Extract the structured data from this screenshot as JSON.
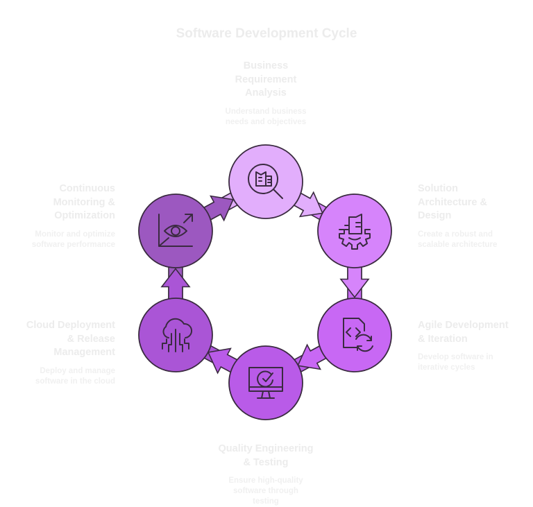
{
  "title": "Software Development Cycle",
  "stages": [
    {
      "name": "Business Requirement Analysis",
      "title_lines": [
        "Business",
        "Requirement",
        "Analysis"
      ],
      "description": "Understand business needs and objectives",
      "icon": "building-search-icon",
      "color": "#e2aefc"
    },
    {
      "name": "Solution Architecture & Design",
      "title_lines": [
        "Solution",
        "Architecture &",
        "Design"
      ],
      "description": "Create a robust and scalable architecture",
      "icon": "building-gear-icon",
      "color": "#d684fb"
    },
    {
      "name": "Agile Development & Iteration",
      "title_lines": [
        "Agile Development",
        "& Iteration"
      ],
      "description": "Develop software in iterative cycles",
      "icon": "code-file-refresh-icon",
      "color": "#c868f4"
    },
    {
      "name": "Quality Engineering & Testing",
      "title_lines": [
        "Quality Engineering",
        "& Testing"
      ],
      "description": "Ensure high-quality software through testing",
      "icon": "monitor-check-icon",
      "color": "#b95be8"
    },
    {
      "name": "Cloud Deployment & Release Management",
      "title_lines": [
        "Cloud Deployment",
        "& Release",
        "Management"
      ],
      "description": "Deploy and manage software in the cloud",
      "icon": "cloud-circuit-icon",
      "color": "#aa55d6"
    },
    {
      "name": "Continuous Monitoring & Optimization",
      "title_lines": [
        "Continuous",
        "Monitoring &",
        "Optimization"
      ],
      "description": "Monitor and optimize software performance",
      "icon": "eye-chart-icon",
      "color": "#9c58c0"
    }
  ],
  "stroke_color": "#3a2a40"
}
